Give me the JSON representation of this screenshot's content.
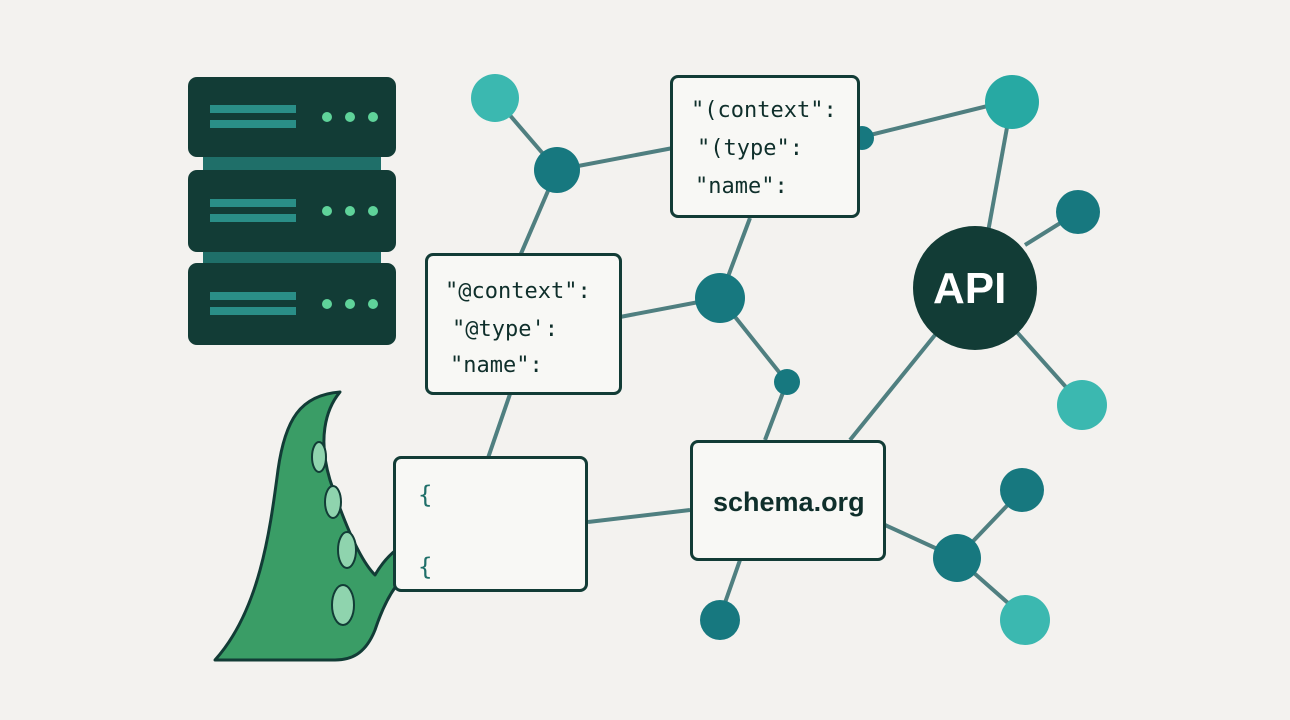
{
  "diagram": {
    "code_card_top": {
      "lines": [
        "\"(context\":",
        "\"(type\":",
        "\"name\":"
      ]
    },
    "code_card_middle": {
      "lines": [
        "\"@context\":",
        "\"@type':",
        "\"name\":"
      ]
    },
    "snippet_card": {
      "open_brace": "{",
      "close_brace": "{"
    },
    "schema_box": {
      "label": "schema.org"
    },
    "api_node": {
      "label": "API"
    }
  },
  "colors": {
    "background": "#f3f2ef",
    "dark_green": "#123c36",
    "teal_dark": "#17787f",
    "teal_light": "#3bb8b0",
    "teal_mid": "#27a9a3",
    "server_stripe": "#2a8e87",
    "server_dots": "#5fd39a",
    "tentacle": "#3a9d66",
    "sucker": "#8fd4ae",
    "edge": "#4f7f80"
  }
}
